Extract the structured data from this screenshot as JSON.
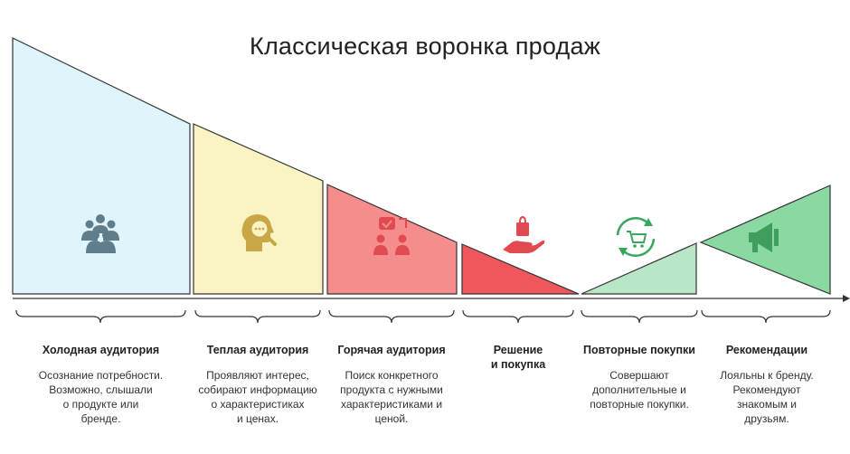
{
  "title": "Классическая воронка продаж",
  "colors": {
    "cold": "#e0f4fc",
    "warm": "#faf3c4",
    "hot": "#f58d8d",
    "decision": "#f0575c",
    "repeat": "#b9e6c8",
    "recommend": "#8bd9a2",
    "icon_grey": "#607d8b",
    "icon_gold": "#c9a646",
    "icon_red": "#e04a50",
    "icon_green": "#3aa55f",
    "outline": "#333333"
  },
  "stages": [
    {
      "title": "Холодная аудитория",
      "desc": [
        "Осознание потребности.",
        "Возможно, слышали",
        "о продукте или",
        "бренде."
      ],
      "icon": "people-group-icon"
    },
    {
      "title": "Теплая аудитория",
      "desc": [
        "Проявляют интерес,",
        "собирают информацию",
        "о характеристиках",
        "и ценах."
      ],
      "icon": "head-search-icon"
    },
    {
      "title": "Горячая аудитория",
      "desc": [
        "Поиск конкретного",
        "продукта с нужными",
        "характеристиками и",
        "ценой."
      ],
      "icon": "people-decision-icon"
    },
    {
      "title": [
        "Решение",
        "и покупка"
      ],
      "desc": [],
      "icon": "hand-bag-icon"
    },
    {
      "title": "Повторные покупки",
      "desc": [
        "Совершают",
        "дополнительные и",
        "повторные покупки."
      ],
      "icon": "cart-cycle-icon"
    },
    {
      "title": "Рекомендации",
      "desc": [
        "Лояльны к бренду.",
        "Рекомендуют",
        "знакомым и",
        "друзьям."
      ],
      "icon": "megaphone-icon"
    }
  ]
}
